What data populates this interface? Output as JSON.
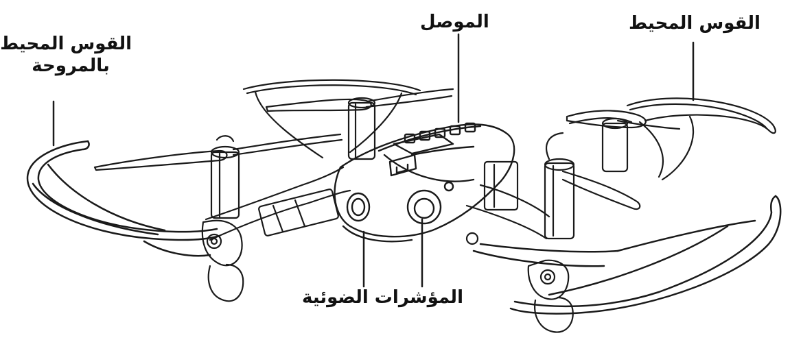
{
  "labels": {
    "propeller_guard_left_line1": "القوس المحيط",
    "propeller_guard_left_line2": "بالمروحة",
    "connector": "الموصل",
    "guard_right": "القوس المحيط",
    "light_indicators": "المؤشرات الضوئية"
  },
  "colors": {
    "line": "#1a1a1a",
    "background": "#ffffff",
    "body_fill": "#e8e8e8"
  }
}
